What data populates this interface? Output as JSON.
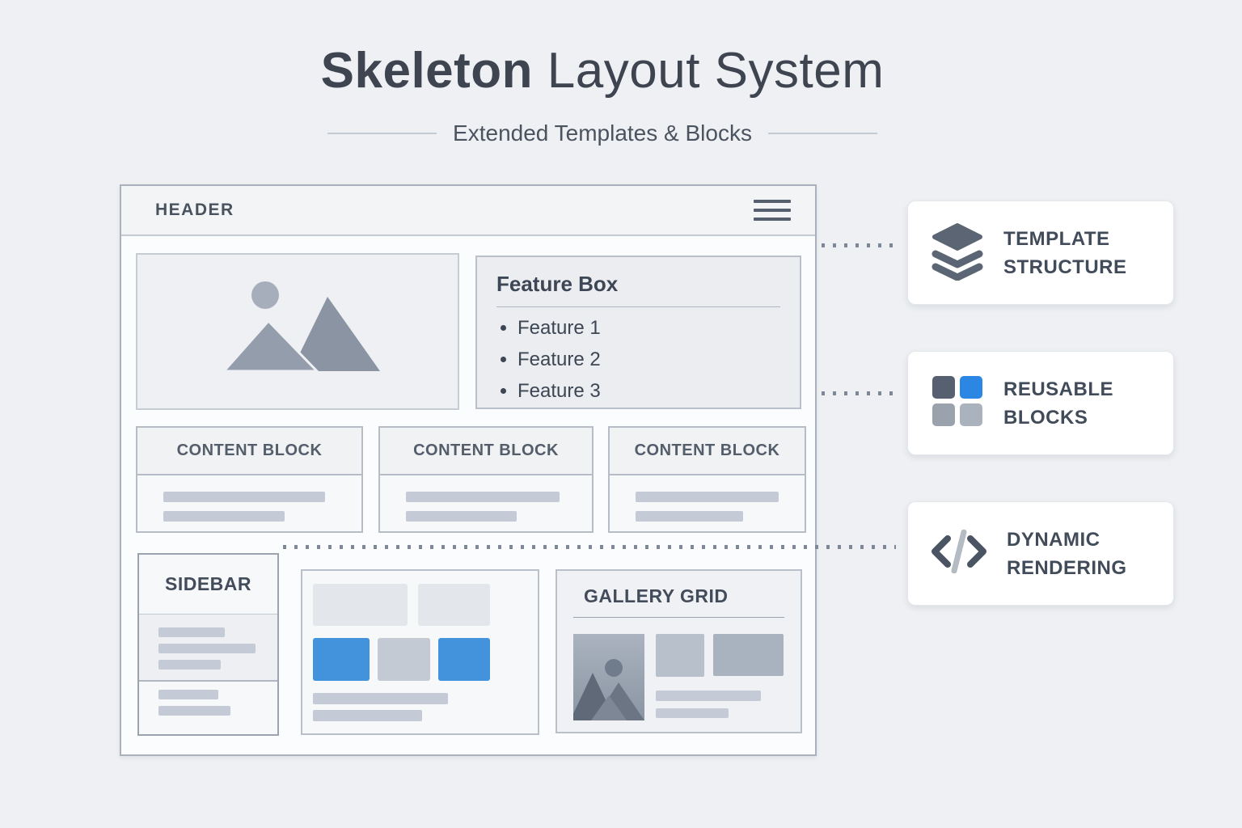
{
  "title": {
    "bold": "Skeleton",
    "rest": "Layout System",
    "subtitle": "Extended Templates & Blocks"
  },
  "mockup": {
    "header": {
      "label": "HEADER",
      "menu_icon": "hamburger-menu-icon"
    },
    "hero_image": {
      "icon": "image-placeholder-icon"
    },
    "feature_box": {
      "title": "Feature Box",
      "items": [
        "Feature 1",
        "Feature 2",
        "Feature 3"
      ]
    },
    "content_blocks": [
      {
        "label": "CONTENT BLOCK"
      },
      {
        "label": "CONTENT BLOCK"
      },
      {
        "label": "CONTENT BLOCK"
      }
    ],
    "sidebar": {
      "title": "SIDEBAR"
    },
    "gallery": {
      "title": "GALLERY GRID",
      "icon": "image-placeholder-icon"
    }
  },
  "annotations": [
    {
      "line1": "TEMPLATE",
      "line2": "STRUCTURE",
      "icon": "layers-icon"
    },
    {
      "line1": "REUSABLE",
      "line2": "BLOCKS",
      "icon": "blocks-grid-icon"
    },
    {
      "line1": "DYNAMIC",
      "line2": "RENDERING",
      "icon": "code-icon"
    }
  ],
  "colors": {
    "background": "#eef0f3",
    "accent_blue": "#4292dc",
    "label_slate": "#49525f",
    "bar_gray": "#c4cbd6",
    "icon_slate": "#5b6573"
  }
}
